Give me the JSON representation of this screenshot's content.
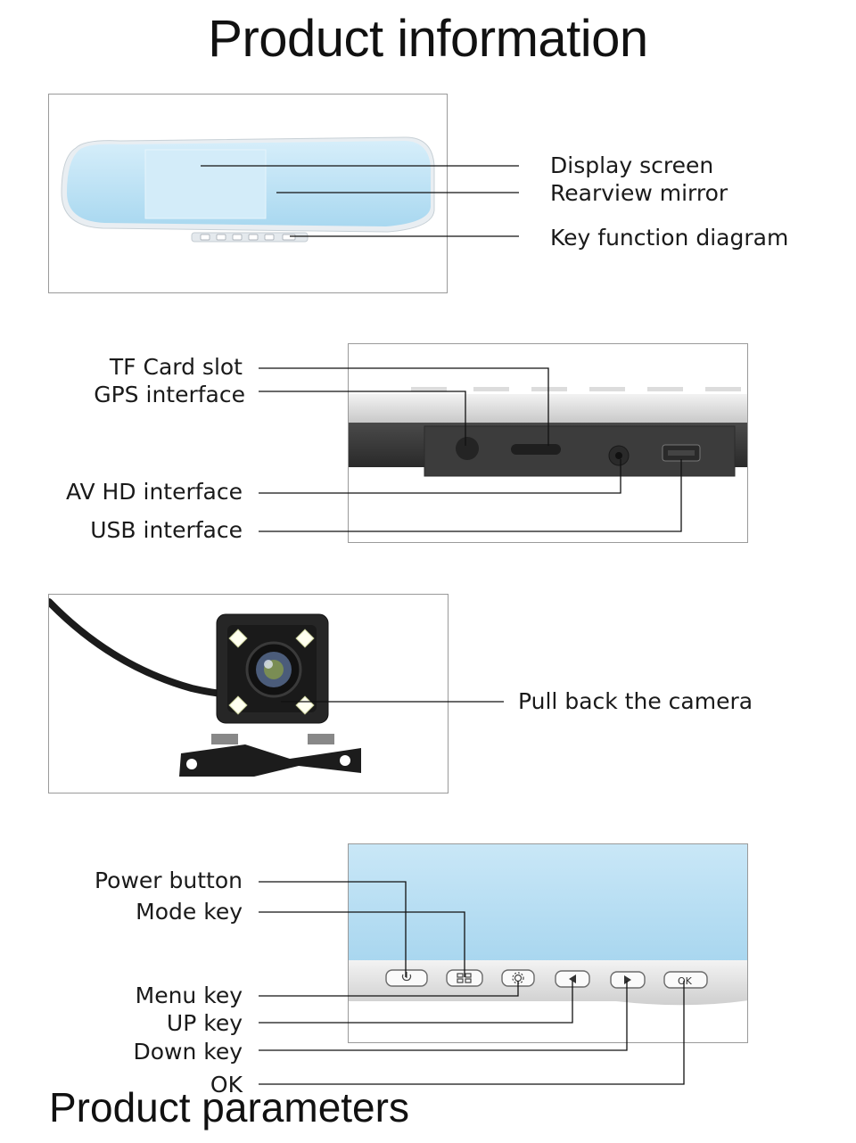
{
  "header": {
    "title": "Product information"
  },
  "section_mirror": {
    "labels": [
      "Display screen",
      "Rearview mirror",
      "Key function diagram"
    ]
  },
  "section_ports": {
    "labels": [
      "TF Card slot",
      "GPS interface",
      "AV HD interface",
      "USB interface"
    ]
  },
  "section_camera": {
    "labels": [
      "Pull back the camera"
    ]
  },
  "section_keys": {
    "labels": [
      "Power button",
      "Mode key",
      "Menu key",
      "UP key",
      "Down key",
      "OK"
    ],
    "ok_key_text": "OK"
  },
  "footer": {
    "title": "Product parameters"
  },
  "colors": {
    "mirror_blue": "#bfe2f4",
    "line": "#111111"
  }
}
